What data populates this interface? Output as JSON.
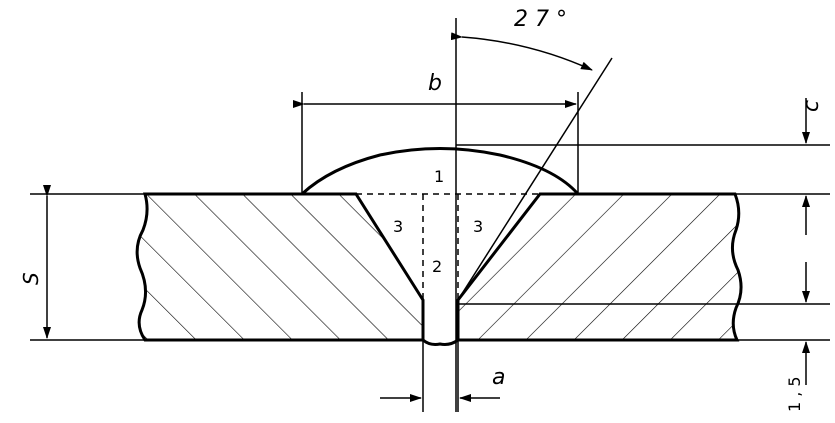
{
  "labels": {
    "angle": "2 7 °",
    "b": "b",
    "c": "c",
    "s": "S",
    "a": "a",
    "depth": "1 , 5",
    "zone1": "1",
    "zone2": "2",
    "zone3_left": "3",
    "zone3_right": "3"
  },
  "colors": {
    "line": "#000000",
    "background": "#ffffff"
  }
}
